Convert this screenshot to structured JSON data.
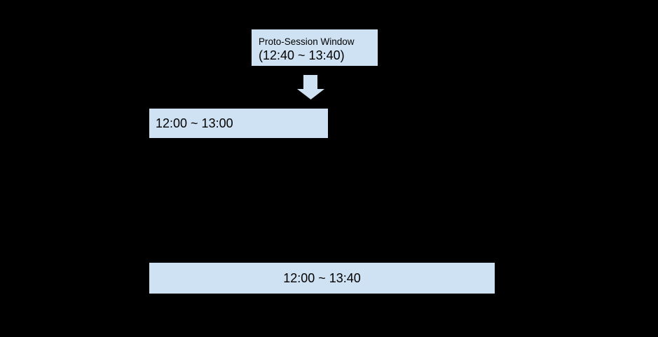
{
  "diagram": {
    "proto_session_window": {
      "title": "Proto-Session Window",
      "range": "(12:40 ~ 13:40)"
    },
    "arrow": {
      "icon": "down-block-arrow",
      "direction": "down"
    },
    "session_a": {
      "label": "12:00 ~ 13:00"
    },
    "merged_session": {
      "label": "12:00 ~ 13:40"
    },
    "colors": {
      "background": "#000000",
      "box_fill": "#cfe2f3",
      "text": "#000000"
    }
  }
}
